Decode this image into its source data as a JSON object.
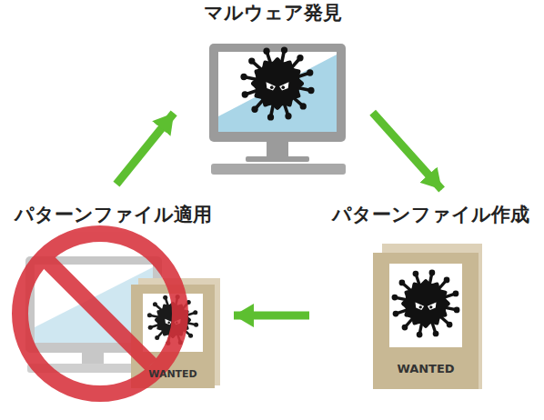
{
  "diagram": {
    "nodes": [
      {
        "text": [
          "マルウェア発見"
        ]
      },
      {
        "text": [
          "パターンファイル適用"
        ]
      },
      {
        "text": [
          "パターンファイル作成"
        ]
      }
    ],
    "edges": [
      {
        "from": 0,
        "to": 2,
        "arrow": "to"
      },
      {
        "from": 2,
        "to": 1,
        "arrow": "to"
      },
      {
        "from": 1,
        "to": 0,
        "arrow": "to"
      }
    ],
    "labels": [
      "WANTED",
      "WANTED"
    ]
  }
}
